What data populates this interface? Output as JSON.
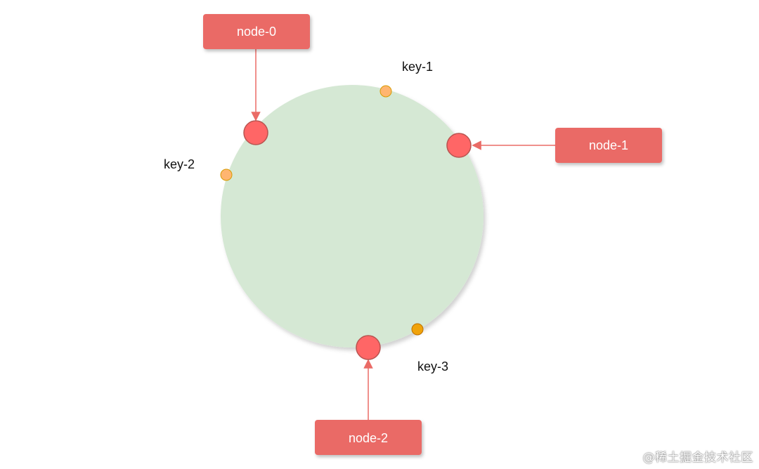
{
  "diagram": {
    "nodes": [
      {
        "id": "node-0",
        "label": "node-0"
      },
      {
        "id": "node-1",
        "label": "node-1"
      },
      {
        "id": "node-2",
        "label": "node-2"
      }
    ],
    "keys": [
      {
        "id": "key-1",
        "label": "key-1"
      },
      {
        "id": "key-2",
        "label": "key-2"
      },
      {
        "id": "key-3",
        "label": "key-3"
      }
    ],
    "colors": {
      "ring_fill": "#d5e8d4",
      "node_box": "#ea6b66",
      "node_point": "#ff6666",
      "node_point_stroke": "#b85450",
      "key_point": "#ffb570",
      "key_point_dark": "#f0a30a",
      "arrow": "#ea6b66"
    }
  },
  "watermark": "@稀土掘金技术社区"
}
